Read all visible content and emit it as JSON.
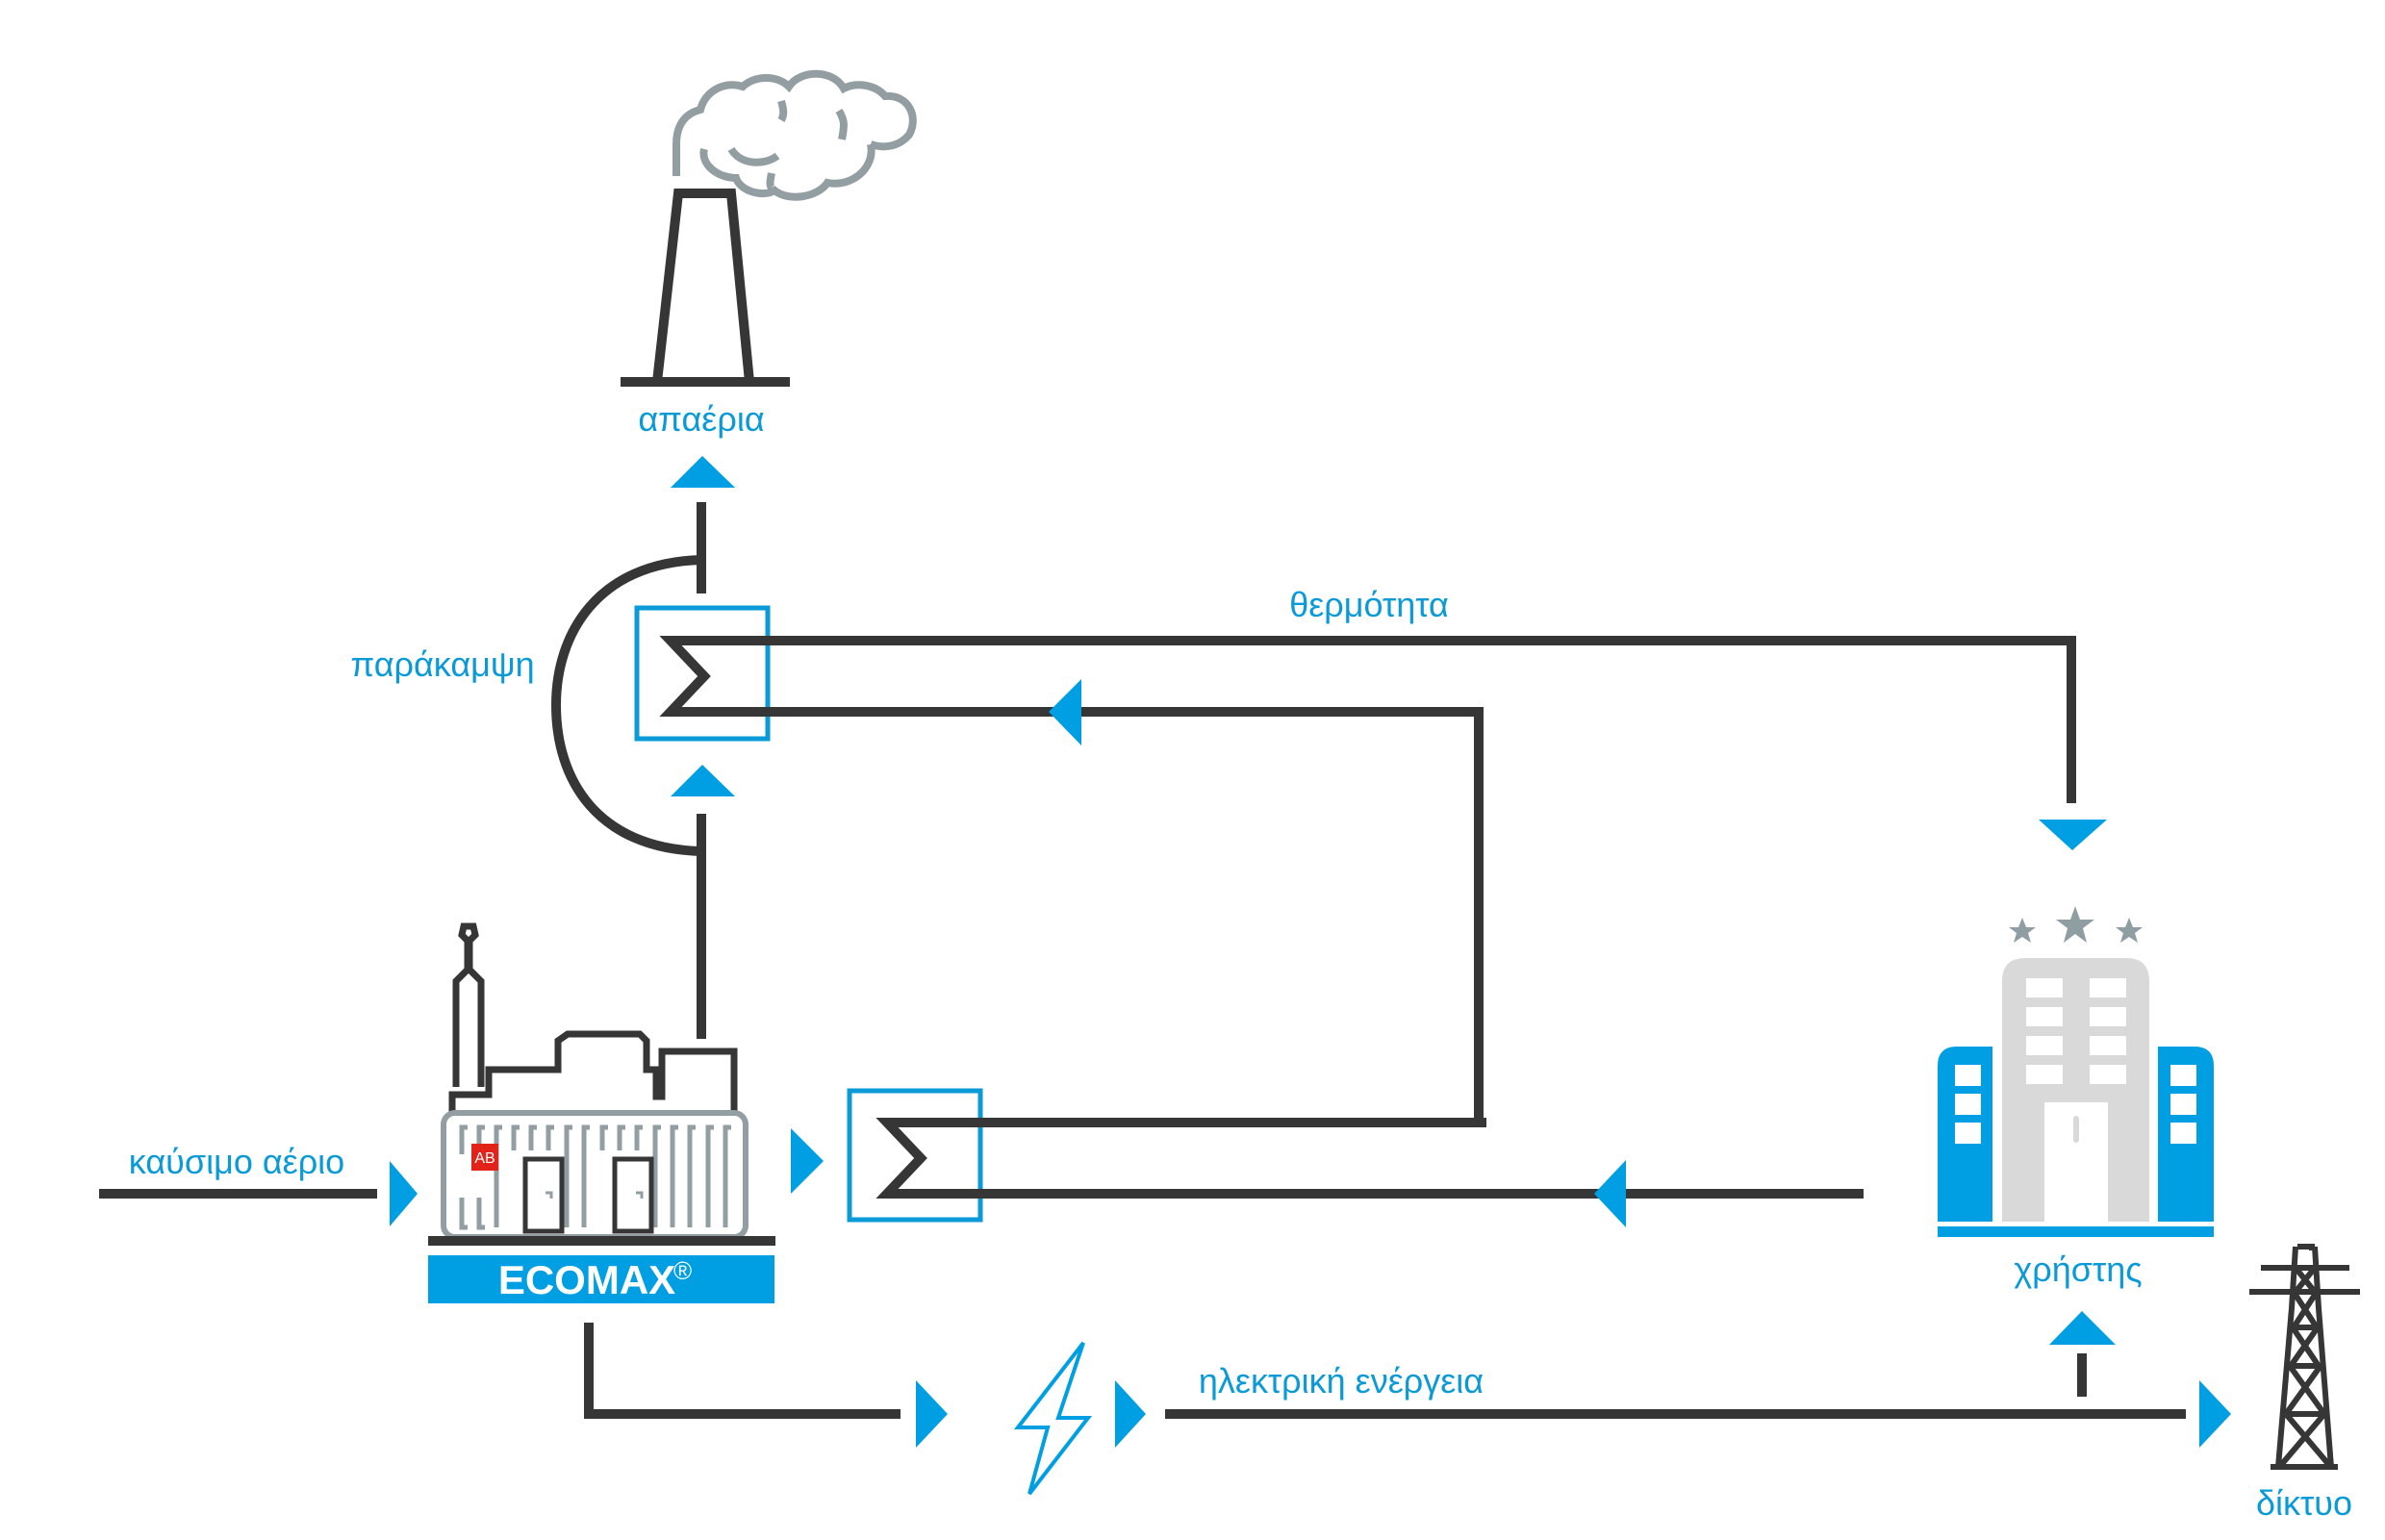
{
  "diagram": {
    "title": "ECOMAX cogeneration flow",
    "colors": {
      "accent": "#009fe3",
      "line": "#363636",
      "grey": "#939ea3",
      "building_grey": "#d9d9d9",
      "logo_red": "#e2231a"
    },
    "labels": {
      "exhaust": "απαέρια",
      "bypass": "παράκαμψη",
      "heat": "θερμότητα",
      "fuel_gas": "καύσιμο αέριο",
      "unit_name": "ECOMAX",
      "unit_mark": "®",
      "logo_text": "AB",
      "user": "χρήστης",
      "electric_energy": "ηλεκτρική ενέργεια",
      "grid": "δίκτυο"
    },
    "nodes": [
      {
        "id": "chimney",
        "icon": "chimney-smoke-icon",
        "label_key": "exhaust"
      },
      {
        "id": "exhaust-heat-exchanger",
        "icon": "heat-exchanger-icon"
      },
      {
        "id": "engine-heat-exchanger",
        "icon": "heat-exchanger-icon"
      },
      {
        "id": "ecomax-unit",
        "icon": "cogeneration-unit-icon",
        "label_key": "unit_name"
      },
      {
        "id": "user",
        "icon": "hotel-building-icon",
        "label_key": "user",
        "stars": 3
      },
      {
        "id": "grid",
        "icon": "power-tower-icon",
        "label_key": "grid"
      },
      {
        "id": "electricity",
        "icon": "lightning-bolt-icon"
      }
    ],
    "flows": [
      {
        "from": "fuel",
        "to": "ecomax-unit",
        "label_key": "fuel_gas"
      },
      {
        "from": "ecomax-unit",
        "to": "exhaust-heat-exchanger"
      },
      {
        "from": "exhaust-heat-exchanger",
        "to": "chimney",
        "label_key": "exhaust"
      },
      {
        "from": "ecomax-unit",
        "to": "chimney",
        "via": "bypass",
        "label_key": "bypass"
      },
      {
        "from": "exhaust-heat-exchanger",
        "to": "user",
        "label_key": "heat"
      },
      {
        "from": "user",
        "to": "engine-heat-exchanger"
      },
      {
        "from": "engine-heat-exchanger",
        "to": "exhaust-heat-exchanger"
      },
      {
        "from": "ecomax-unit",
        "to": "grid",
        "label_key": "electric_energy"
      },
      {
        "from": "electric_line",
        "to": "user"
      }
    ]
  }
}
